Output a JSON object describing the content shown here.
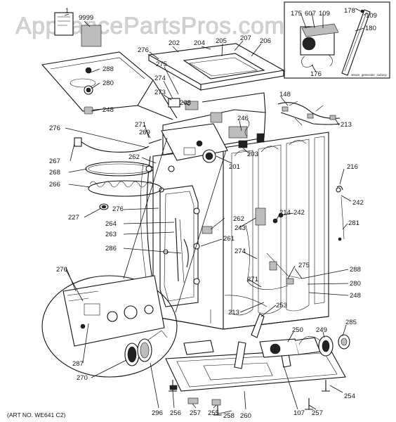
{
  "watermark": "AppliancePartsPros.com",
  "art_number": "(ART NO. WE641 C2)",
  "inset_caption": "steam_generator_subasy",
  "labels": {
    "l1": "1",
    "l9999": "9999",
    "l276a": "276",
    "l202": "202",
    "l204": "204",
    "l205": "205",
    "l207": "207",
    "l206": "206",
    "l275a": "275",
    "l274a": "274",
    "l273": "273",
    "l208": "208",
    "l288a": "288",
    "l280a": "280",
    "l248a": "248",
    "l148": "148",
    "l213a": "213",
    "l271a": "271",
    "l269": "269",
    "l246": "246",
    "l276b": "276",
    "l267": "267",
    "l262a": "262",
    "l203": "203",
    "l201": "201",
    "l268": "268",
    "l216": "216",
    "l266": "266",
    "l242a": "242",
    "l227": "227",
    "l276c": "276",
    "l214": "214",
    "l242b": "242",
    "l262b": "262",
    "l243": "243",
    "l264": "264",
    "l263": "263",
    "l281": "281",
    "l261": "261",
    "l286": "286",
    "l274b": "274",
    "l276d": "276",
    "l275b": "275",
    "l288b": "288",
    "l271b": "271",
    "l280b": "280",
    "l248b": "248",
    "l213b": "213",
    "l253": "253",
    "l285": "285",
    "l250": "250",
    "l249": "249",
    "l287": "287",
    "l270": "270",
    "l296": "296",
    "l256": "256",
    "l257a": "257",
    "l255": "255",
    "l258": "258",
    "l260": "260",
    "l107": "107",
    "l257b": "257",
    "l254": "254",
    "i175": "175",
    "i607": "607",
    "i109a": "109",
    "i178": "178",
    "i109b": "109",
    "i180": "180",
    "i176": "176"
  }
}
